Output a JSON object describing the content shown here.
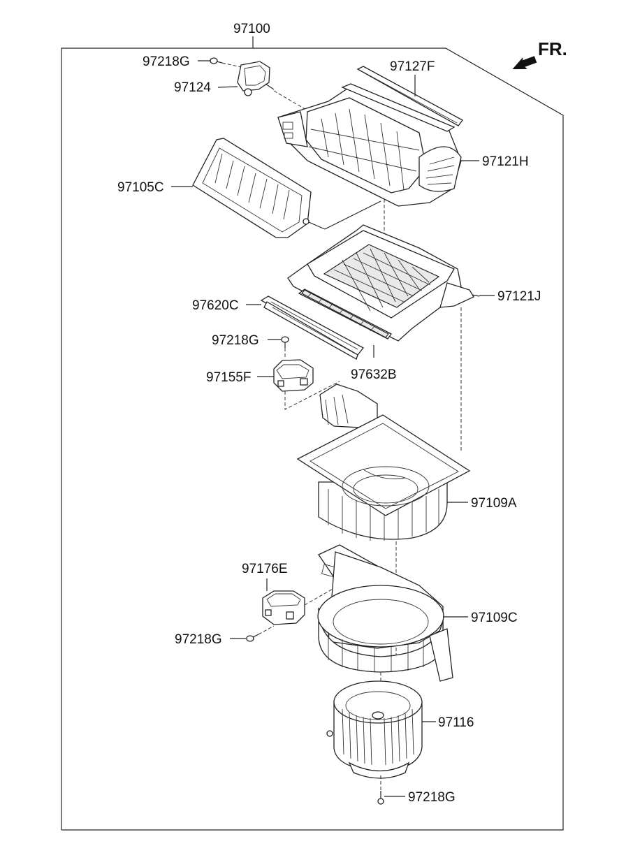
{
  "diagram": {
    "assembly_label": "97100",
    "direction_label": "FR.",
    "parts": {
      "screw_top": "97218G",
      "actuator_top": "97124",
      "seal": "97127F",
      "upper_case": "97121H",
      "door_frame": "97105C",
      "filter_cover": "97620C",
      "lower_intake_case": "97121J",
      "screw_mid": "97218G",
      "filter": "97632B",
      "actuator_mid": "97155F",
      "blower_upper_case": "97109A",
      "resistor": "97176E",
      "blower_lower_case": "97109C",
      "screw_resistor": "97218G",
      "blower_motor": "97116",
      "screw_bottom": "97218G"
    }
  }
}
